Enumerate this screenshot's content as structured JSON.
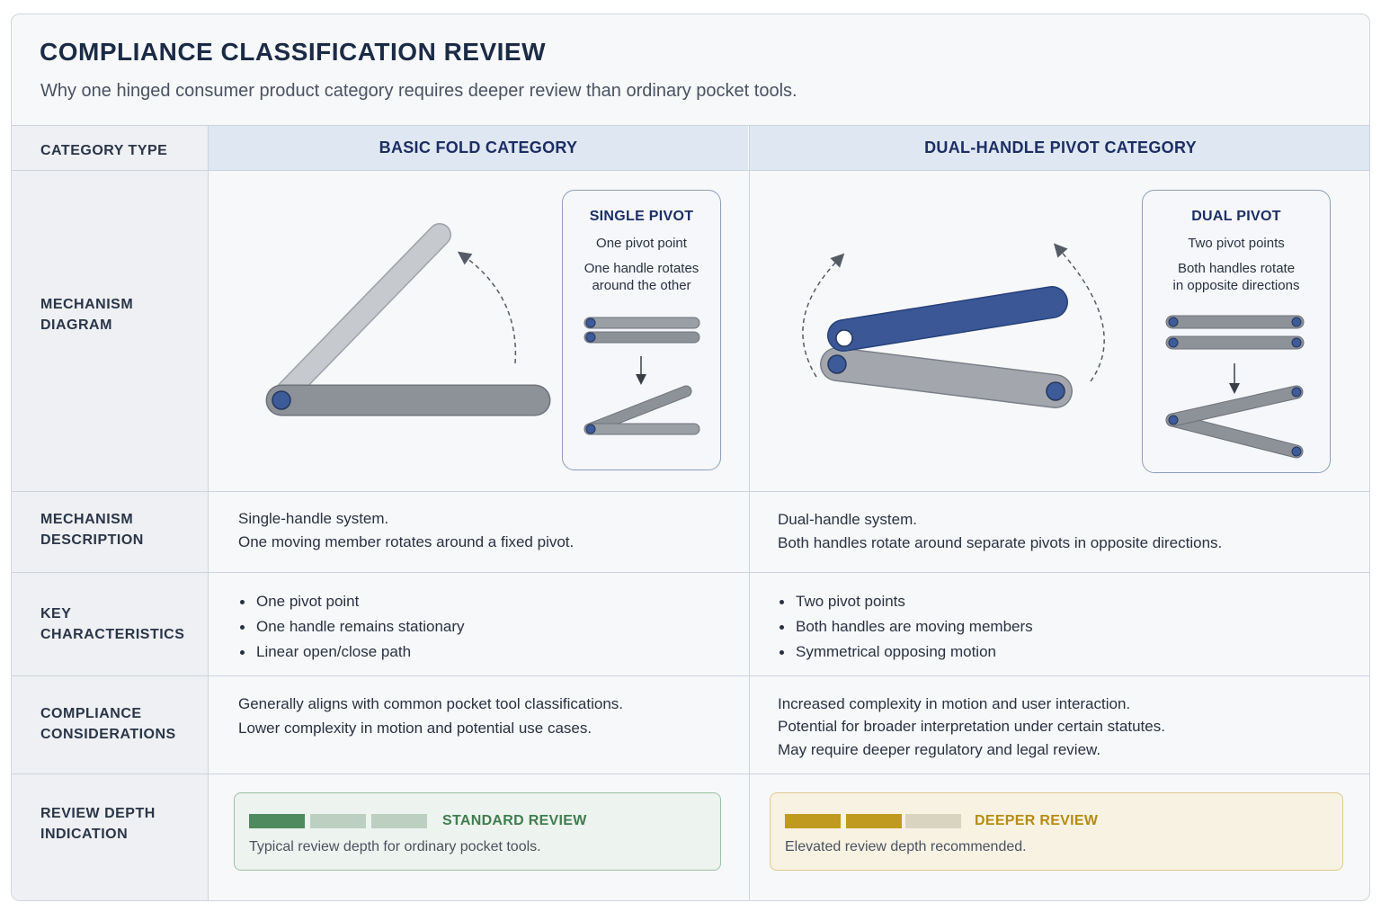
{
  "header": {
    "title": "COMPLIANCE CLASSIFICATION REVIEW",
    "subtitle": "Why one hinged consumer product category requires deeper review than ordinary pocket tools."
  },
  "columns": {
    "label_header": "CATEGORY TYPE",
    "basic": "BASIC FOLD CATEGORY",
    "dual": "DUAL-HANDLE PIVOT CATEGORY"
  },
  "rows": {
    "diagram": "MECHANISM DIAGRAM",
    "description": "MECHANISM DESCRIPTION",
    "characteristics": "KEY CHARACTERISTICS",
    "compliance": "COMPLIANCE CONSIDERATIONS",
    "review_depth": "REVIEW DEPTH INDICATION"
  },
  "basic": {
    "info": {
      "title": "SINGLE PIVOT",
      "line1": "One pivot point",
      "line2a": "One handle rotates",
      "line2b": "around the other"
    },
    "description": [
      "Single-handle system.",
      "One moving member rotates around a fixed pivot."
    ],
    "characteristics": [
      "One pivot point",
      "One handle remains stationary",
      "Linear open/close path"
    ],
    "compliance": [
      "Generally aligns with common pocket tool classifications.",
      "Lower complexity in motion and potential use cases."
    ],
    "review": {
      "label": "STANDARD REVIEW",
      "description": "Typical review depth for ordinary pocket tools.",
      "level": 1,
      "max": 3,
      "on_color": "#4f8a5e",
      "off_color": "#bccfc0",
      "text_color": "#3f7d4f",
      "bg": "#edf3ee",
      "border": "#9dc0a6"
    }
  },
  "dual": {
    "info": {
      "title": "DUAL PIVOT",
      "line1": "Two pivot points",
      "line2a": "Both handles rotate",
      "line2b": "in opposite directions"
    },
    "description": [
      "Dual-handle system.",
      "Both handles rotate around separate pivots in opposite directions."
    ],
    "characteristics": [
      "Two pivot points",
      "Both handles are moving members",
      "Symmetrical opposing motion"
    ],
    "compliance": [
      "Increased complexity in motion and user interaction.",
      "Potential for broader interpretation under certain statutes.",
      "May require deeper regulatory and legal review."
    ],
    "review": {
      "label": "DEEPER REVIEW",
      "description": "Elevated review depth recommended.",
      "level": 2,
      "max": 3,
      "on_color": "#c09a1e",
      "off_color": "#d9d4c0",
      "text_color": "#b58b12",
      "bg": "#f8f2e3",
      "border": "#e0c88c"
    }
  },
  "colors": {
    "handle_gray": "#8d9198",
    "handle_light": "#c4c7cc",
    "pivot_blue": "#3d5a99",
    "handle_blue": "#3b5796",
    "header_blue": "#dfe7f2"
  }
}
